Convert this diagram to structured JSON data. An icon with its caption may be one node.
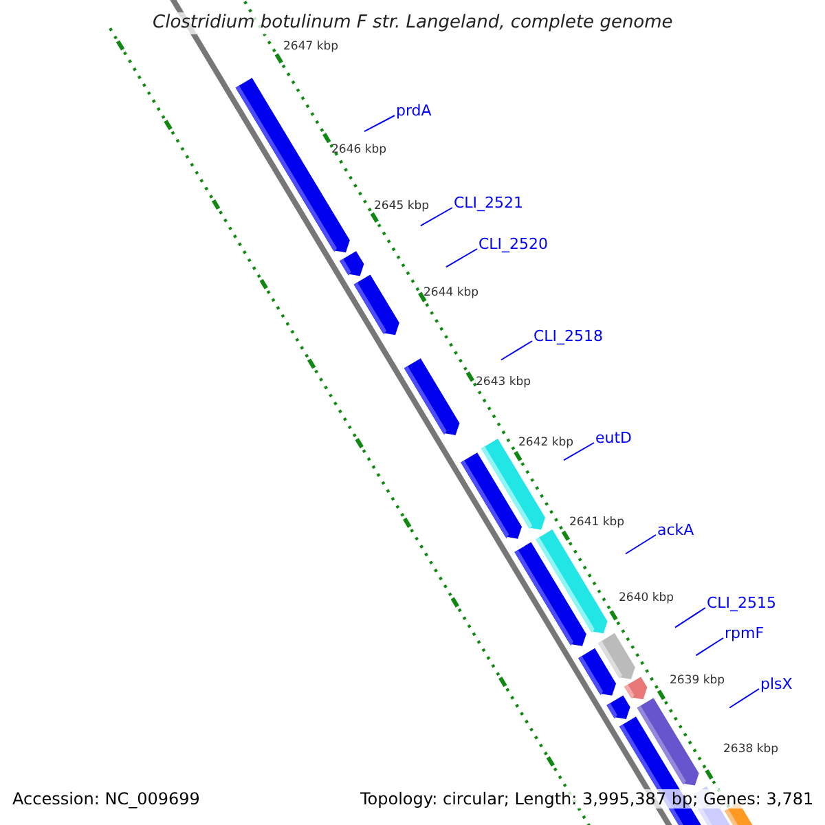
{
  "diagram": {
    "title": "Clostridium botulinum F str. Langeland, complete genome",
    "nodes": [
      {
        "text": [
          "prdA"
        ]
      },
      {
        "text": [
          "CLI_2521"
        ]
      },
      {
        "text": [
          "CLI_2520"
        ]
      },
      {
        "text": [
          "CLI_2518"
        ]
      },
      {
        "text": [
          "eutD"
        ]
      },
      {
        "text": [
          "ackA"
        ]
      },
      {
        "text": [
          "CLI_2515"
        ]
      },
      {
        "text": [
          "rpmF"
        ]
      },
      {
        "text": [
          "plsX"
        ]
      }
    ],
    "edges": [
      {
        "from": 0,
        "to": null,
        "arrow": "none"
      },
      {
        "from": 1,
        "to": null,
        "arrow": "none"
      },
      {
        "from": 2,
        "to": null,
        "arrow": "none"
      },
      {
        "from": 3,
        "to": null,
        "arrow": "none"
      },
      {
        "from": 4,
        "to": null,
        "arrow": "none"
      },
      {
        "from": 5,
        "to": null,
        "arrow": "none"
      },
      {
        "from": 6,
        "to": null,
        "arrow": "none"
      },
      {
        "from": 7,
        "to": null,
        "arrow": "none"
      },
      {
        "from": 8,
        "to": null,
        "arrow": "none"
      }
    ],
    "labels": [
      "2647 kbp",
      "2646 kbp",
      "2645 kbp",
      "2644 kbp",
      "2643 kbp",
      "2642 kbp",
      "2641 kbp",
      "2640 kbp",
      "2639 kbp",
      "2638 kbp",
      "Accession: NC_009699",
      "Topology: circular; Length: 3,995,387 bp; Genes: 3,781"
    ]
  }
}
